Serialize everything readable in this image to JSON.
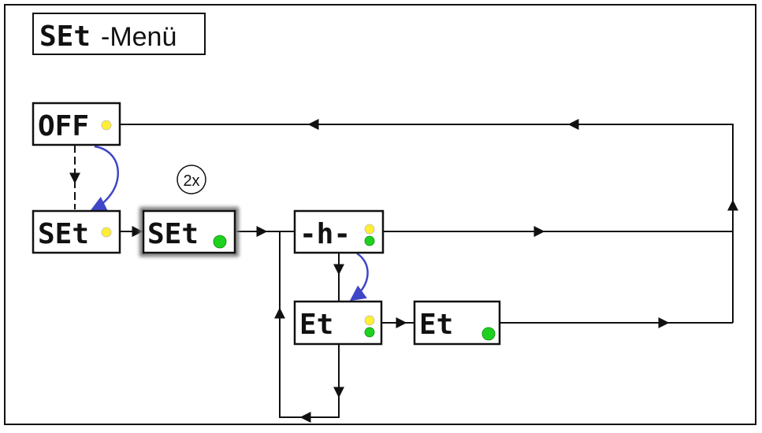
{
  "title": {
    "prefix": "SEt",
    "suffix": "-Menü"
  },
  "badge": "2x",
  "boxes": {
    "off": "OFF",
    "set1": "SEt",
    "set2": "SEt",
    "h": "-h-",
    "et1": "Et",
    "et2": "Et"
  },
  "colors": {
    "yellow_led": "#ffee33",
    "green_led": "#1fd11f",
    "blue_arrow": "#3f46c8",
    "line": "#111111"
  }
}
